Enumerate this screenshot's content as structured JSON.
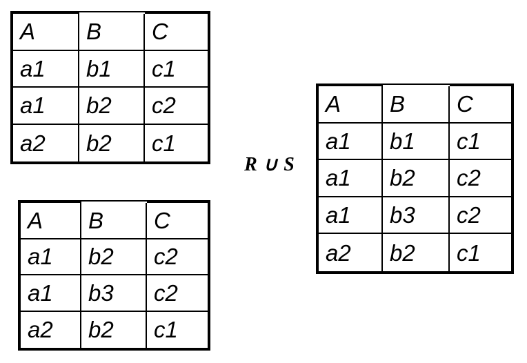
{
  "diagram": {
    "operation_label": "R ∪ S",
    "colors": {
      "border": "#000000",
      "background": "#ffffff",
      "text": "#000000"
    }
  },
  "tables": {
    "r": {
      "headers": [
        "A",
        "B",
        "C"
      ],
      "rows": [
        [
          "a1",
          "b1",
          "c1"
        ],
        [
          "a1",
          "b2",
          "c2"
        ],
        [
          "a2",
          "b2",
          "c1"
        ]
      ]
    },
    "s": {
      "headers": [
        "A",
        "B",
        "C"
      ],
      "rows": [
        [
          "a1",
          "b2",
          "c2"
        ],
        [
          "a1",
          "b3",
          "c2"
        ],
        [
          "a2",
          "b2",
          "c1"
        ]
      ]
    },
    "union": {
      "headers": [
        "A",
        "B",
        "C"
      ],
      "rows": [
        [
          "a1",
          "b1",
          "c1"
        ],
        [
          "a1",
          "b2",
          "c2"
        ],
        [
          "a1",
          "b3",
          "c2"
        ],
        [
          "a2",
          "b2",
          "c1"
        ]
      ]
    }
  }
}
